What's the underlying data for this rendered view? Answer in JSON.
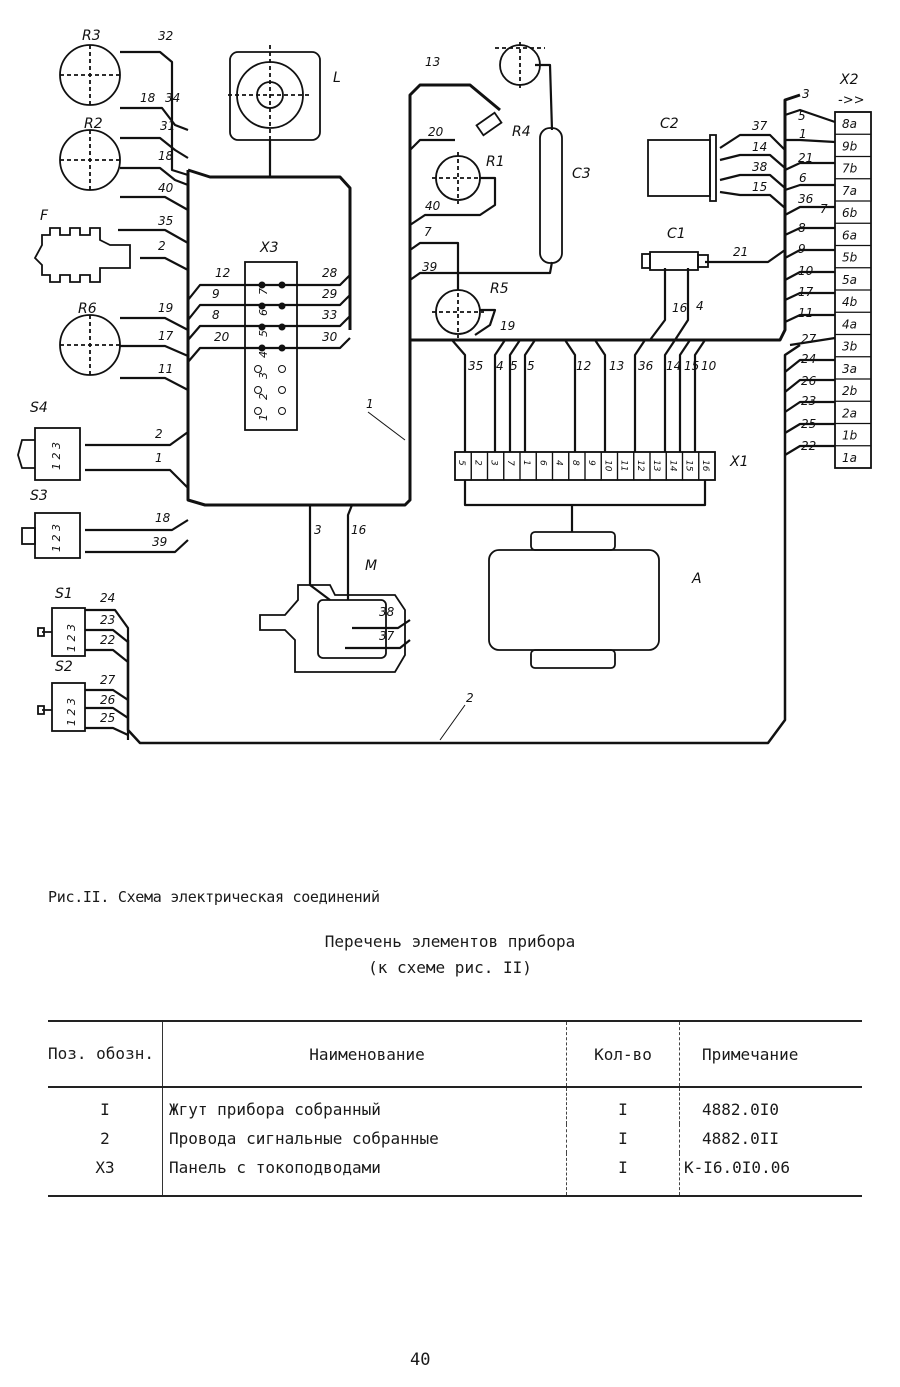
{
  "diagram": {
    "components": {
      "R3": "R3",
      "R2": "R2",
      "F": "F",
      "R6": "R6",
      "S4": "S4",
      "S3": "S3",
      "S1": "S1",
      "S2": "S2",
      "X3": "X3",
      "L": "L",
      "R4": "R4",
      "R1": "R1",
      "C3": "C3",
      "R5": "R5",
      "C2": "C2",
      "C1": "C1",
      "X2": "X2",
      "M": "M",
      "A": "A",
      "X1": "X1"
    },
    "x2_arrow": "->>",
    "wire_labels": [
      "32",
      "18",
      "34",
      "31",
      "18",
      "40",
      "35",
      "2",
      "12",
      "9",
      "8",
      "20",
      "28",
      "29",
      "33",
      "30",
      "19",
      "17",
      "11",
      "2",
      "1",
      "18",
      "39",
      "24",
      "23",
      "22",
      "27",
      "26",
      "25",
      "1",
      "3",
      "16",
      "38",
      "37",
      "2",
      "13",
      "20",
      "40",
      "7",
      "39",
      "19",
      "37",
      "14",
      "38",
      "15",
      "21",
      "16",
      "4",
      "35",
      "4",
      "5",
      "5",
      "12",
      "13",
      "36",
      "14",
      "15",
      "10",
      "3",
      "5",
      "1",
      "21",
      "6",
      "36",
      "7",
      "8",
      "9",
      "10",
      "17",
      "11",
      "27",
      "24",
      "26",
      "23",
      "25",
      "22"
    ],
    "x1_pins": [
      "5",
      "2",
      "3",
      "7",
      "1",
      "6",
      "4",
      "8",
      "9",
      "10",
      "11",
      "12",
      "13",
      "14",
      "15",
      "16"
    ],
    "x2_terminals": [
      "8a",
      "9b",
      "7b",
      "7a",
      "6b",
      "6a",
      "5b",
      "5a",
      "4b",
      "4a",
      "3b",
      "3a",
      "2b",
      "2a",
      "1b",
      "1a"
    ],
    "x3_pins": [
      "7",
      "6",
      "5",
      "4",
      "3",
      "2",
      "1"
    ],
    "switch_pins": "1 2 3"
  },
  "caption": "Рис.II. Схема электрическая соединений",
  "list": {
    "title": "Перечень элементов прибора",
    "subtitle": "(к схеме рис. II)",
    "headers": [
      "Поз. обозн.",
      "Наименование",
      "Кол-во",
      "Примечание"
    ],
    "rows": [
      [
        "I",
        "Жгут прибора собранный",
        "I",
        "4882.0I0"
      ],
      [
        "2",
        "Провода сигнальные собранные",
        "I",
        "4882.0II"
      ],
      [
        "X3",
        "Панель с токоподводами",
        "I",
        "K-I6.0I0.06"
      ]
    ]
  },
  "page_number": "40"
}
